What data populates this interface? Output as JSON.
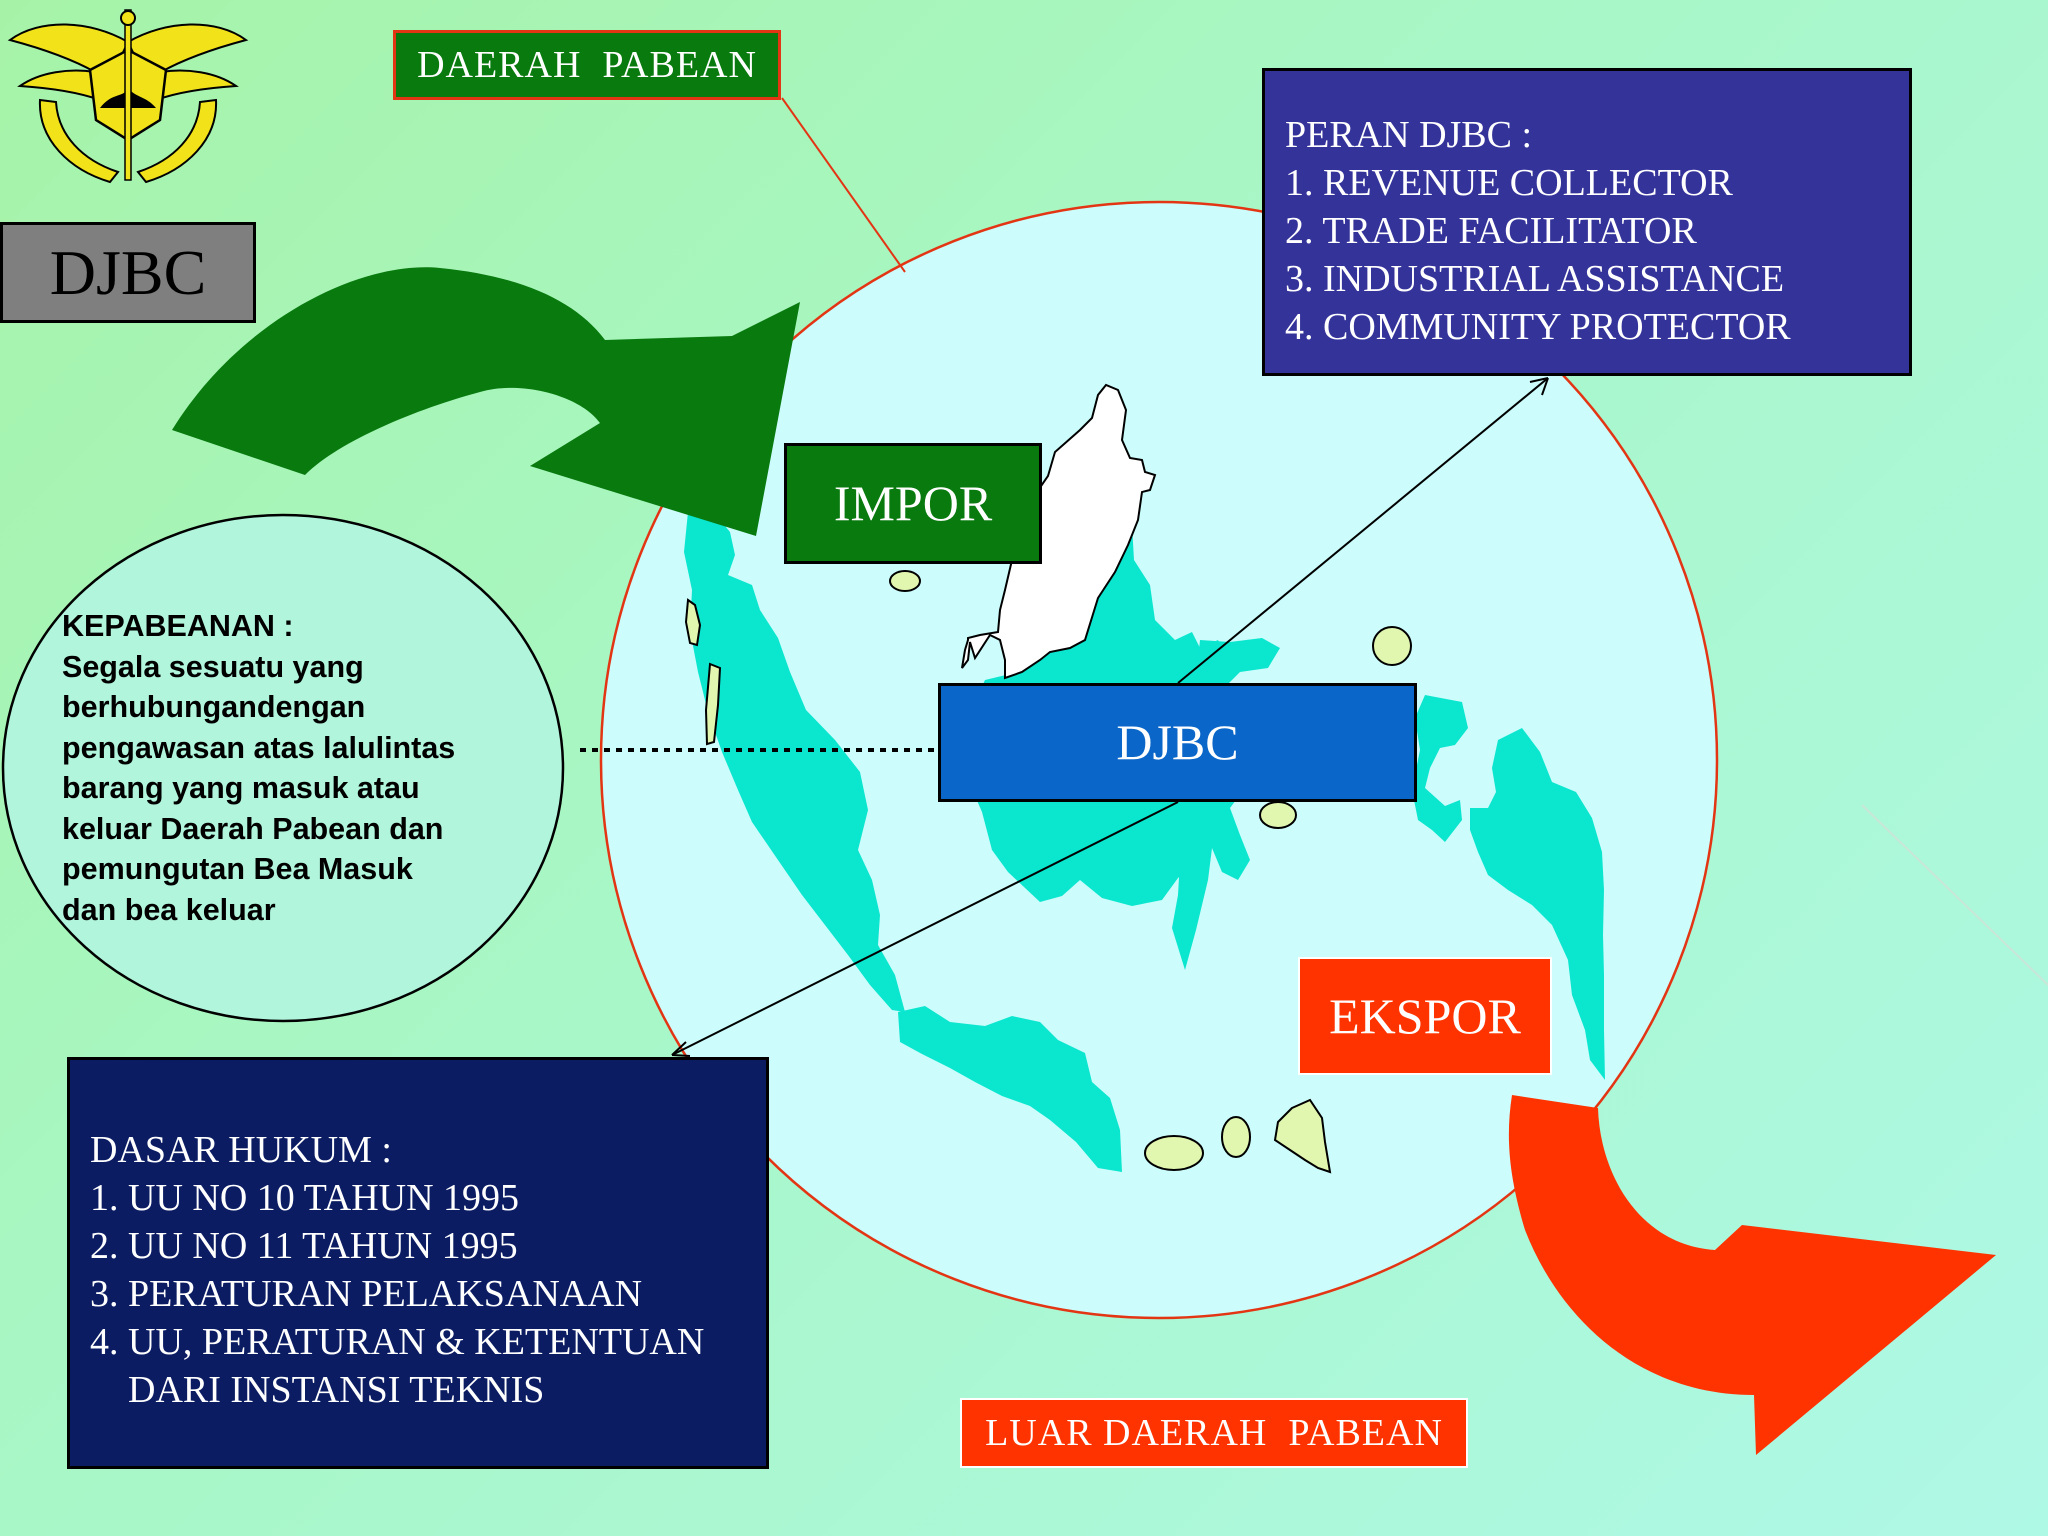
{
  "logo": {
    "icon": "customs-emblem-icon"
  },
  "labels": {
    "djbc_left": "DJBC",
    "daerah_pabean": "DAERAH  PABEAN",
    "impor": "IMPOR",
    "djbc_center": "DJBC",
    "ekspor": "EKSPOR",
    "luar_daerah_pabean": "LUAR DAERAH  PABEAN"
  },
  "peran": {
    "title": "PERAN DJBC :",
    "items": [
      "1. REVENUE COLLECTOR",
      "2. TRADE FACILITATOR",
      "3. INDUSTRIAL ASSISTANCE",
      "4. COMMUNITY PROTECTOR"
    ]
  },
  "kepabeanan": {
    "title": "KEPABEANAN :",
    "lines": [
      "Segala sesuatu yang",
      "berhubungandengan",
      "pengawasan atas lalulintas",
      "barang yang masuk atau",
      "keluar Daerah Pabean dan",
      "pemungutan Bea Masuk",
      "dan bea keluar"
    ]
  },
  "dasar_hukum": {
    "title": "DASAR HUKUM :",
    "items": [
      "1. UU NO 10 TAHUN 1995",
      "2. UU NO 11 TAHUN 1995",
      "3. PERATURAN PELAKSANAAN",
      "4. UU, PERATURAN & KETENTUAN",
      "    DARI INSTANSI TEKNIS"
    ]
  },
  "colors": {
    "background": "#a6f3a8",
    "circle_fill": "#ccfcfc",
    "circle_stroke": "#e33513",
    "island_fill": "#0be6cf",
    "small_island_fill": "#e1f7b0",
    "green_arrow": "#087a0e",
    "red_arrow": "#ff3300",
    "peran_box": "#34339a",
    "dasar_box": "#0b1c62",
    "djbc_box": "#0a66c8",
    "djbc_left_box": "#7f7f7f"
  }
}
